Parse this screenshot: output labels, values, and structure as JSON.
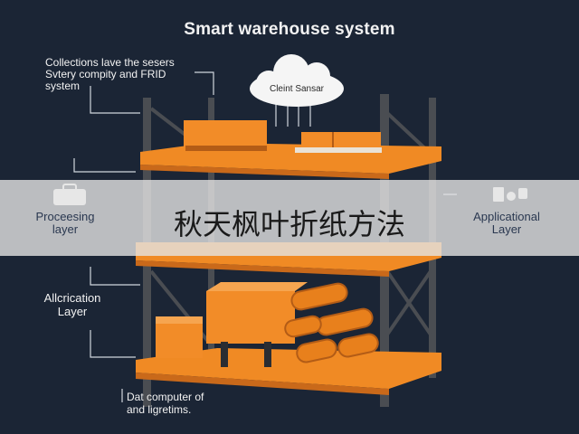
{
  "title": "Smart warehouse system",
  "top_left_note": [
    "Collections lave the sesers",
    "Svtery compity and FRID",
    "system"
  ],
  "cloud_label": "Cleint Sansar",
  "processing_layer": [
    "Proceesing",
    "layer"
  ],
  "applicational_layer": [
    "Applicational",
    "Layer"
  ],
  "allocation_layer": [
    "Allcrication",
    "Layer"
  ],
  "bottom_note": [
    "Dat computer of",
    "and ligretims."
  ],
  "banner_text": "秋天枫叶折纸方法",
  "colors": {
    "background": "#1b2535",
    "shelf": "#f08a24",
    "frame": "#4a4d52",
    "box": "#f28c28",
    "band": "#e4e4e4"
  }
}
